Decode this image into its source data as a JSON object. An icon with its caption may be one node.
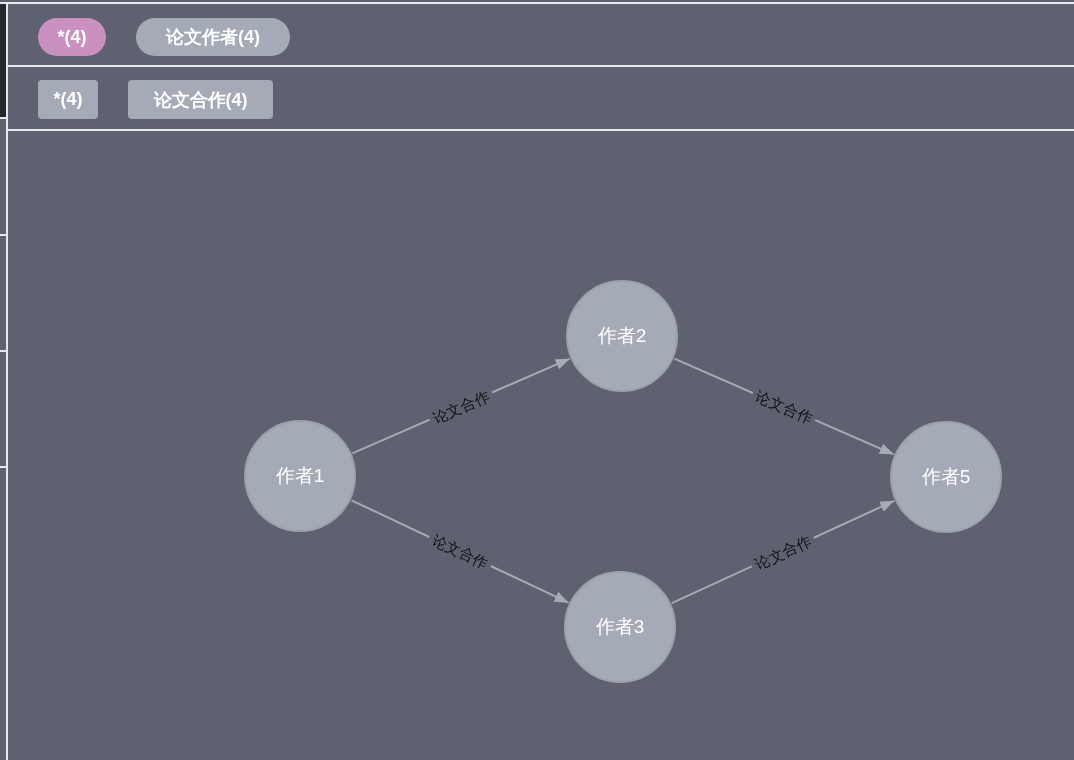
{
  "diagram": {
    "nodes": [
      {
        "text": [
          "*(4)"
        ]
      },
      {
        "text": [
          "论文作者(4)"
        ]
      },
      {
        "text": [
          "*(4)"
        ]
      },
      {
        "text": [
          "论文合作(4)"
        ]
      },
      {
        "text": [
          "作者1"
        ]
      },
      {
        "text": [
          "作者2"
        ]
      },
      {
        "text": [
          "作者3"
        ]
      },
      {
        "text": [
          "作者5"
        ]
      }
    ],
    "edges": [
      {
        "from": 4,
        "to": 5,
        "arrow": "to",
        "label": "论文合作"
      },
      {
        "from": 4,
        "to": 6,
        "arrow": "to",
        "label": "论文合作"
      },
      {
        "from": 5,
        "to": 7,
        "arrow": "to",
        "label": "论文合作"
      },
      {
        "from": 6,
        "to": 7,
        "arrow": "to",
        "label": "论文合作"
      }
    ]
  }
}
